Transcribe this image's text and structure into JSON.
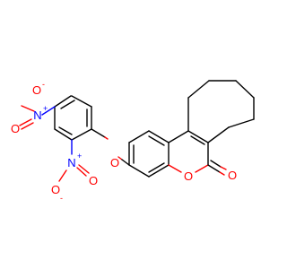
{
  "colors": {
    "carbon": "#000000",
    "oxygen": "#ff0000",
    "nitrogen": "#0000ff",
    "background": "#ffffff"
  },
  "atoms": {
    "nitro1_n": "N",
    "nitro1_n_charge": "+",
    "nitro1_o_single": "O",
    "nitro1_o_single_charge": "-",
    "nitro1_o_double": "O",
    "nitro2_n": "N",
    "nitro2_n_charge": "+",
    "nitro2_o_single": "O",
    "nitro2_o_single_charge": "-",
    "nitro2_o_double": "O",
    "ether_o": "O",
    "ring_o": "O",
    "carbonyl_o": "O"
  }
}
